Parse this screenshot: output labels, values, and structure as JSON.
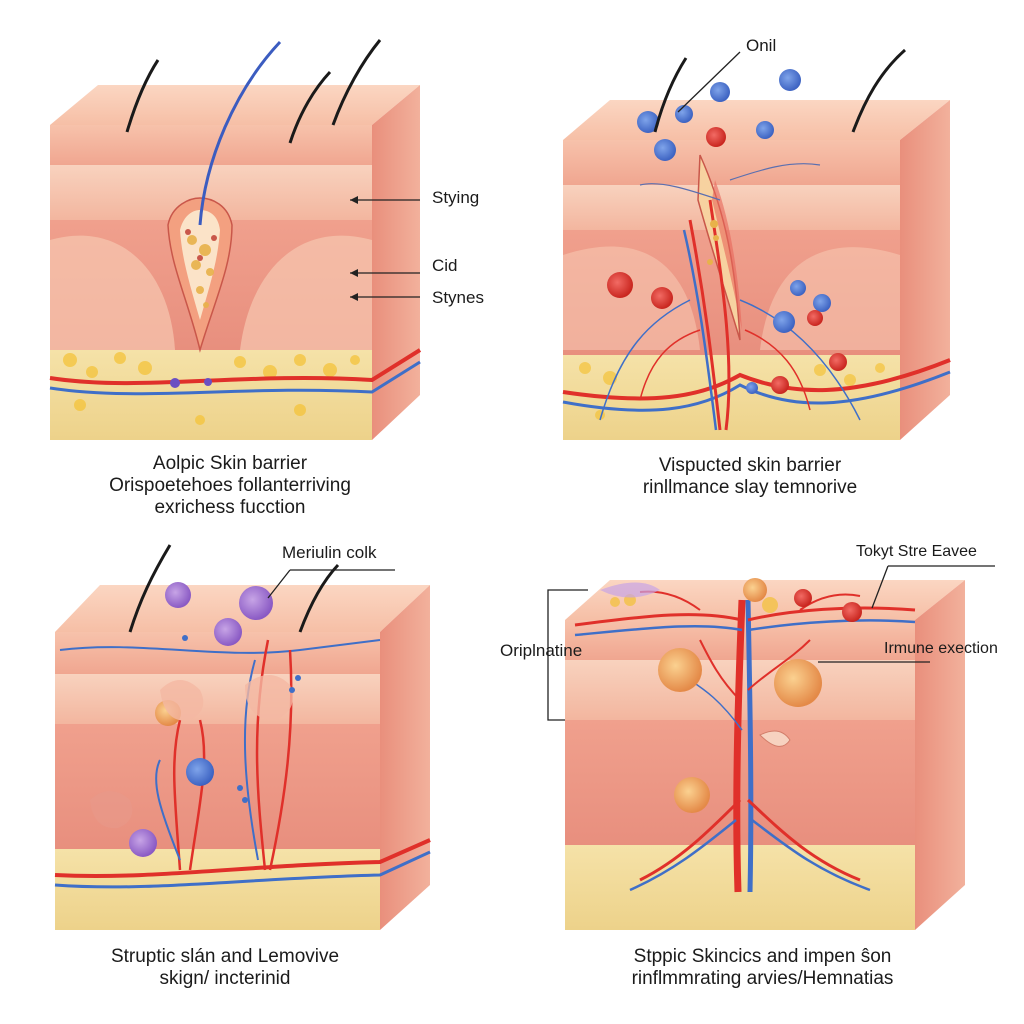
{
  "panels": [
    {
      "id": "top-left",
      "caption_lines": [
        "Aolpic Skin barrier",
        "Orispoetehoes follanterriving",
        "exrichess fucction"
      ],
      "labels": [
        "Stying",
        "Cid",
        "Stynes"
      ]
    },
    {
      "id": "top-right",
      "caption_lines": [
        "Vispucted skin barrier",
        "rinllmance slay temnorive"
      ],
      "labels": [
        "Onil"
      ]
    },
    {
      "id": "bottom-left",
      "caption_lines": [
        "Struptic slán and Lemovive",
        "skign/ incterinid"
      ],
      "labels": [
        "Meriulin colk"
      ]
    },
    {
      "id": "bottom-right",
      "caption_lines": [
        "Stppic Skincics and impen ŝon",
        "rinflmmrating arvies/Hemnatias"
      ],
      "labels": [
        "Tokyt Stre Eavee",
        "Oriplnatine",
        "Irmune exection"
      ]
    }
  ],
  "colors": {
    "epidermis": "#f3b49c",
    "dermis": "#f6c9b3",
    "deep_dermis": "#ef9c8c",
    "fat": "#f1dc9a",
    "artery": "#e0302a",
    "vein": "#3f6fc8",
    "hair": "#1a1a1a"
  }
}
